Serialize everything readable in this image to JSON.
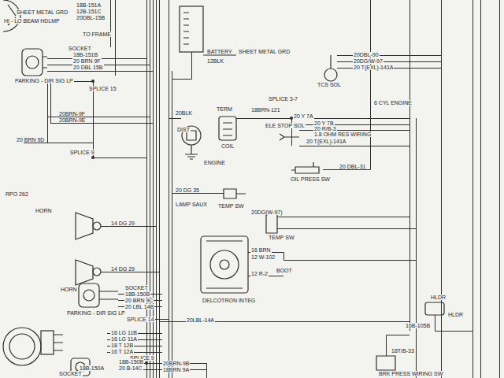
{
  "diagram": {
    "labels": [
      "SHEET METAL GRD",
      "HI - LO BEAM HDLMP",
      "18B-151A",
      "12B-151C",
      "20DBL-15B",
      "TO FRAME",
      "SOCKET",
      "18B-151B",
      "20 BRN 9F",
      "20 DBL 15B",
      "PARKING - DIR SIG LP",
      "SPLICE 15",
      "20BRN-9F",
      "20BRN-9E",
      "20 BRN 9D",
      "SPLICE 9",
      "RPO 262",
      "HORN",
      "14 DG 29",
      "HORN",
      "14 DG 29",
      "SOCKET",
      "18B-150B",
      "20 BRN 9C",
      "20 LBL 14B",
      "PARKING - DIR SIG LP",
      "SPLICE 14",
      "20LBL-14A",
      "16 LG 11B",
      "16 LG 11A",
      "18 T 12B",
      "16 T 12A",
      "SPLICE 9",
      "18B-150B",
      "20BRN-9B",
      "18BRN 9A",
      "20 B-14C",
      "18B-150A",
      "SOCKET",
      "BATTERY",
      "SHEET METAL GRD",
      "12BLK",
      "TERM",
      "18BRN-121",
      "SPLICE 3-7",
      "20 Y 7A",
      "20 Y 7B",
      "20 R/B-3",
      "1.8 OHM RES WIRING",
      "ELE STOP SOL",
      "20 T(EXL)-141A",
      "COIL",
      "DIST",
      "20BLK",
      "ENGINE",
      "6 CYL ENGINE",
      "TCS SOL",
      "20DBL-90",
      "20DG/W-97",
      "20 T(EXL)-141A",
      "OIL PRESS SW",
      "20 DBL-31",
      "20 DG 35",
      "LAMP SAUX",
      "TEMP SW",
      "20DG(W-97)",
      "TEMP SW",
      "DELCOTRON INTEG",
      "16 BRN",
      "12 W-102",
      "12 R-2",
      "BOOT",
      "HLDR",
      "16B-105B",
      "HLDR",
      "18T/B-33",
      "BRK PRESS WIRING SW"
    ]
  }
}
